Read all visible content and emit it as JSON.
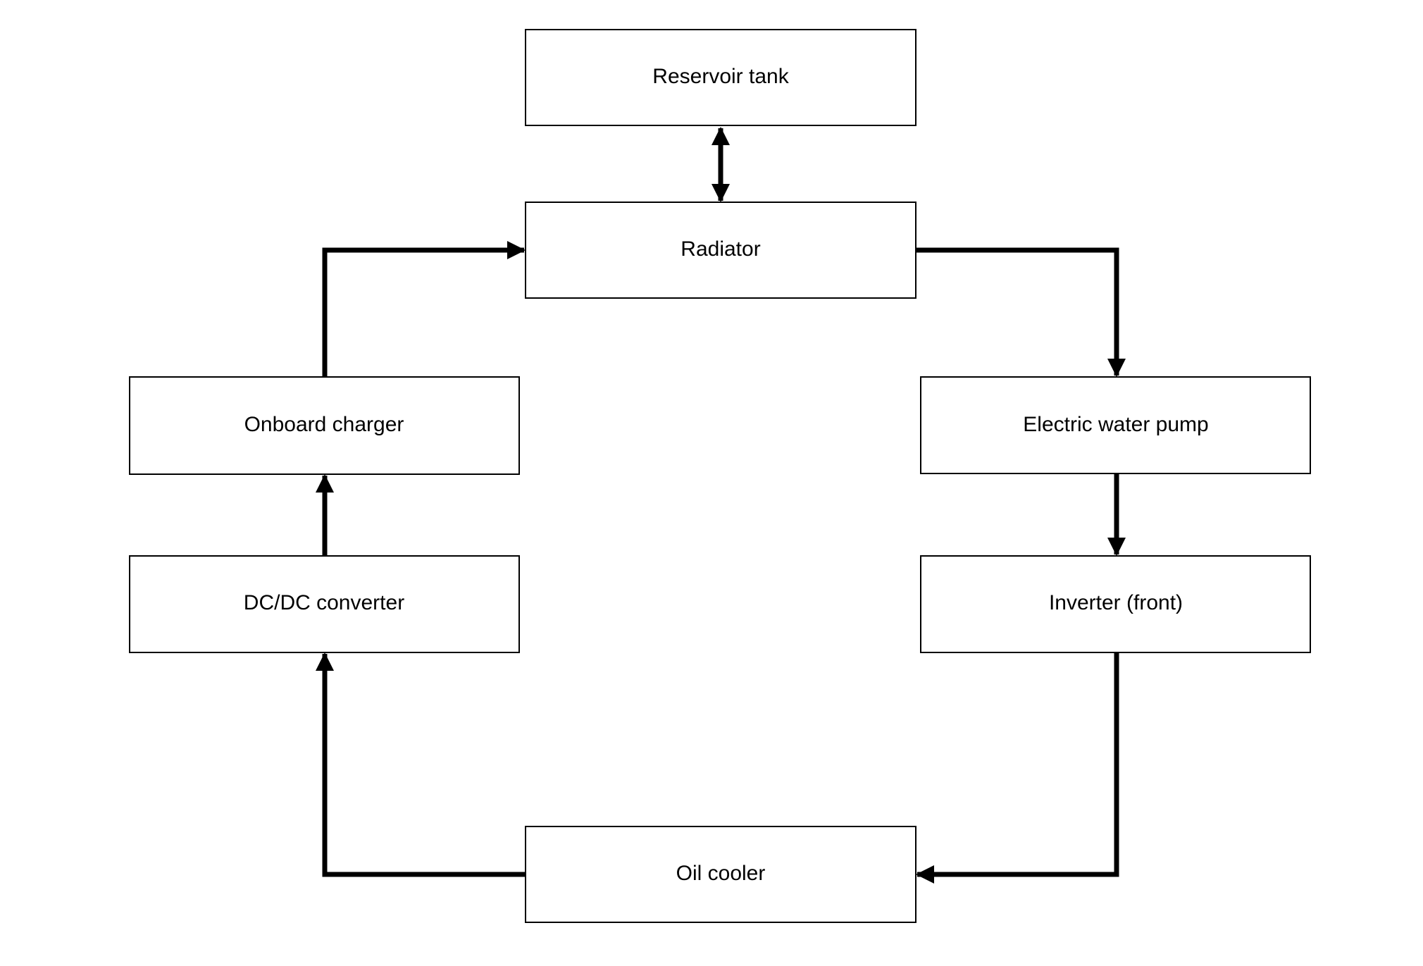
{
  "diagram": {
    "colors": {
      "background": "#ffffff",
      "stroke": "#000000",
      "text": "#000000"
    },
    "nodes": {
      "reservoir_tank": "Reservoir tank",
      "radiator": "Radiator",
      "onboard_charger": "Onboard charger",
      "electric_water_pump": "Electric water pump",
      "dc_dc_converter": "DC/DC converter",
      "inverter_front": "Inverter (front)",
      "oil_cooler": "Oil cooler"
    },
    "edges": [
      {
        "from": "reservoir_tank",
        "to": "radiator",
        "direction": "both"
      },
      {
        "from": "radiator",
        "to": "electric_water_pump",
        "direction": "forward"
      },
      {
        "from": "electric_water_pump",
        "to": "inverter_front",
        "direction": "forward"
      },
      {
        "from": "inverter_front",
        "to": "oil_cooler",
        "direction": "forward"
      },
      {
        "from": "oil_cooler",
        "to": "dc_dc_converter",
        "direction": "forward"
      },
      {
        "from": "dc_dc_converter",
        "to": "onboard_charger",
        "direction": "forward"
      },
      {
        "from": "onboard_charger",
        "to": "radiator",
        "direction": "forward"
      }
    ]
  }
}
